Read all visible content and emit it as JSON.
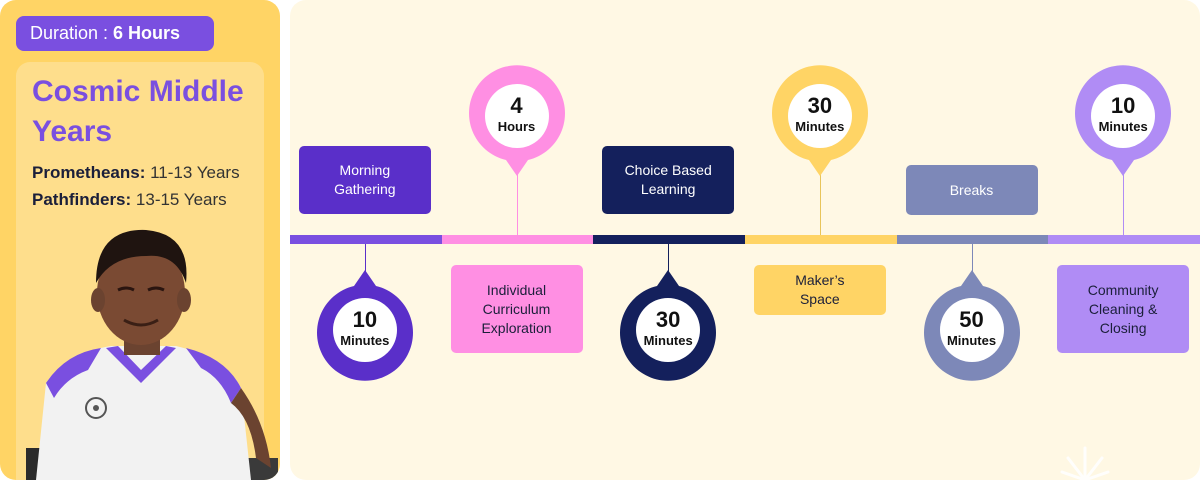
{
  "left": {
    "duration_label": "Duration : ",
    "duration_value": "6 Hours",
    "title": "Cosmic Middle Years",
    "groups": [
      {
        "name": "Prometheans:",
        "age": " 11-13 Years"
      },
      {
        "name": "Pathfinders:",
        "age": " 13-15 Years"
      }
    ]
  },
  "timeline": {
    "items": [
      {
        "label": "Morning Gathering",
        "duration_num": "10",
        "duration_unit": "Minutes",
        "label_side": "top",
        "color": "#5a2fc9",
        "label_text_color": "#ffffff",
        "bar_color": "#7a4fe0"
      },
      {
        "label": "Individual Curriculum Exploration",
        "duration_num": "4",
        "duration_unit": "Hours",
        "label_side": "bottom",
        "color": "#ff8fe3",
        "label_text_color": "#1b1f3a",
        "bar_color": "#ff8fe3"
      },
      {
        "label": "Choice Based Learning",
        "duration_num": "30",
        "duration_unit": "Minutes",
        "label_side": "top",
        "color": "#14205c",
        "label_text_color": "#ffffff",
        "bar_color": "#14205c"
      },
      {
        "label": "Maker’s Space",
        "duration_num": "30",
        "duration_unit": "Minutes",
        "label_side": "bottom",
        "color": "#ffd465",
        "label_text_color": "#1b1f3a",
        "bar_color": "#ffd465"
      },
      {
        "label": "Breaks",
        "duration_num": "50",
        "duration_unit": "Minutes",
        "label_side": "top",
        "color": "#7d88b8",
        "label_text_color": "#ffffff",
        "bar_color": "#7d88b8"
      },
      {
        "label": "Community Cleaning & Closing",
        "duration_num": "10",
        "duration_unit": "Minutes",
        "label_side": "bottom",
        "color": "#b08cf5",
        "label_text_color": "#1b1f3a",
        "bar_color": "#b08cf5"
      }
    ]
  }
}
